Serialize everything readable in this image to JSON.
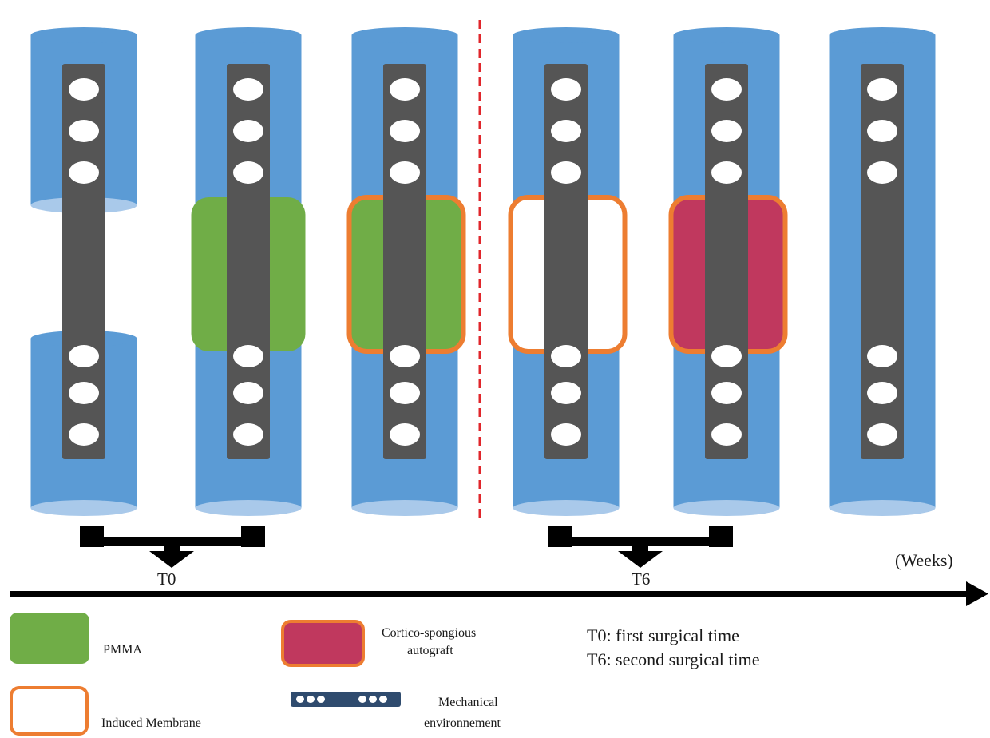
{
  "colors": {
    "bone": "#5b9bd5",
    "bone_end": "#a9c9ea",
    "plate": "#555555",
    "screw_hole": "#ffffff",
    "pmma": "#70ad47",
    "membrane_border": "#ed7d31",
    "autograft": "#c0385e",
    "separator": "#e0262b",
    "arrow": "#000000",
    "mechanical_icon": "#2f4b6e"
  },
  "stages": [
    {
      "bone": "defect",
      "spacer": "none"
    },
    {
      "bone": "full",
      "spacer": "pmma"
    },
    {
      "bone": "full",
      "spacer": "pmma-with-membrane"
    },
    {
      "bone": "full",
      "spacer": "empty-membrane"
    },
    {
      "bone": "full",
      "spacer": "autograft-with-membrane"
    },
    {
      "bone": "full",
      "spacer": "none"
    }
  ],
  "timeline": {
    "t0_label": "T0",
    "t6_label": "T6",
    "unit_label": "(Weeks)"
  },
  "legend": {
    "pmma": "PMMA",
    "autograft_line1": "Cortico-spongious",
    "autograft_line2": "autograft",
    "membrane": "Induced Membrane",
    "mechanical_line1": "Mechanical",
    "mechanical_line2": "environnement",
    "t0_def": "T0: first surgical time",
    "t6_def": "T6: second surgical time"
  }
}
